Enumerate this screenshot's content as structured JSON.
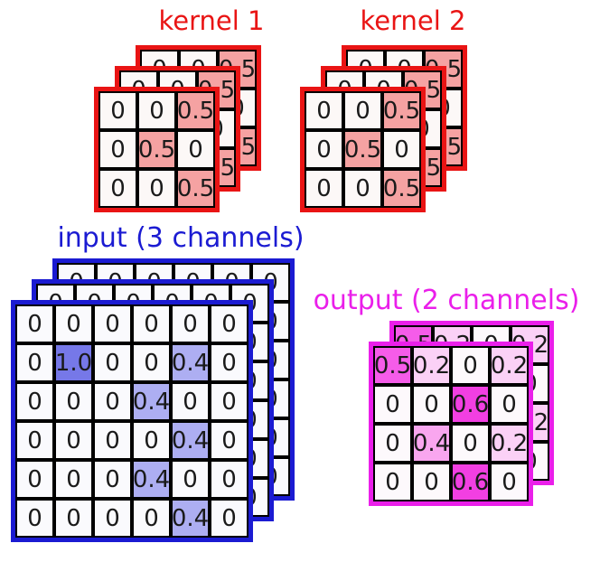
{
  "background": "#ffffff",
  "text_color": "#1a1a1a",
  "kernel1": {
    "title": "kernel 1",
    "color": "#e91414",
    "layers": 3,
    "palette": "kernel",
    "cells": [
      [
        "0",
        "0",
        "0.5"
      ],
      [
        "0",
        "0.5",
        "0"
      ],
      [
        "0",
        "0",
        "0.5"
      ]
    ]
  },
  "kernel2": {
    "title": "kernel 2",
    "color": "#e91414",
    "layers": 3,
    "palette": "kernel",
    "cells": [
      [
        "0",
        "0",
        "0.5"
      ],
      [
        "0",
        "0.5",
        "0"
      ],
      [
        "0",
        "0",
        "0.5"
      ]
    ]
  },
  "input": {
    "title": "input (3 channels)",
    "color": "#1b1bd2",
    "layers": 3,
    "palette": "input",
    "cells": [
      [
        "0",
        "0",
        "0",
        "0",
        "0",
        "0"
      ],
      [
        "0",
        "1.0",
        "0",
        "0",
        "0.4",
        "0"
      ],
      [
        "0",
        "0",
        "0",
        "0.4",
        "0",
        "0"
      ],
      [
        "0",
        "0",
        "0",
        "0",
        "0.4",
        "0"
      ],
      [
        "0",
        "0",
        "0",
        "0.4",
        "0",
        "0"
      ],
      [
        "0",
        "0",
        "0",
        "0",
        "0.4",
        "0"
      ]
    ]
  },
  "output": {
    "title": "output (2 channels)",
    "color": "#ea1fea",
    "layers": 2,
    "palette": "output",
    "cells": [
      [
        "0.5",
        "0.2",
        "0",
        "0.2"
      ],
      [
        "0",
        "0",
        "0.6",
        "0"
      ],
      [
        "0",
        "0.4",
        "0",
        "0.2"
      ],
      [
        "0",
        "0",
        "0.6",
        "0"
      ]
    ]
  },
  "palettes": {
    "kernel": {
      "0": "#fcf8f7",
      "0.5": "#f5a2a2"
    },
    "input": {
      "0": "#fafafd",
      "1.0": "#7678e8",
      "0.4": "#adaef2"
    },
    "output": {
      "0": "#fdf9fc",
      "0.2": "#fbd1f6",
      "0.4": "#f9a6ef",
      "0.5": "#f55ce9",
      "0.6": "#f23fe2"
    }
  }
}
